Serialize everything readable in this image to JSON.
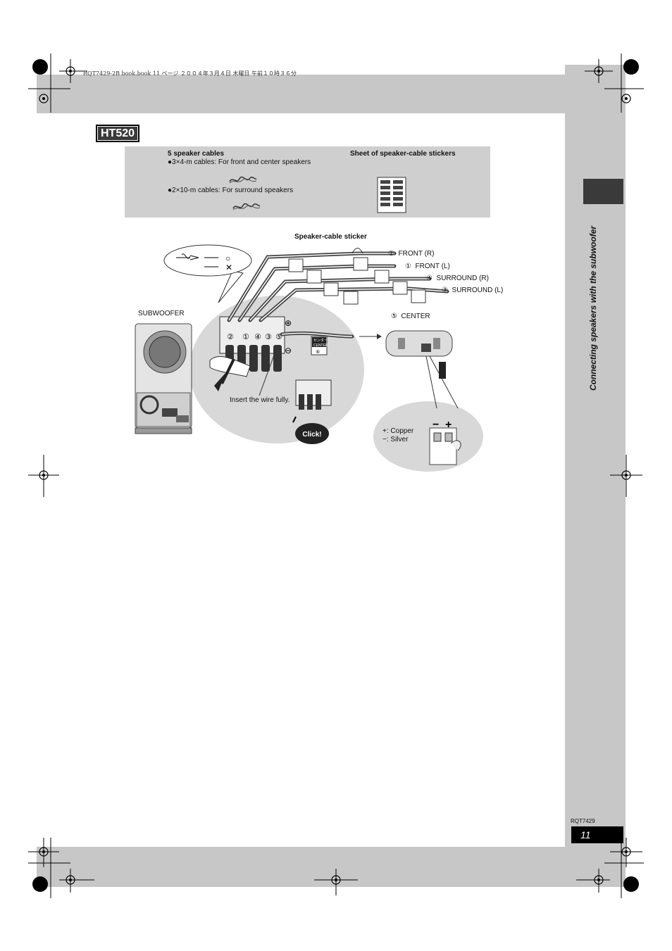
{
  "header": {
    "file_info": "RQT7429-2B book.book  11 ページ  ２００４年３月４日  木曜日  午前１０時３６分"
  },
  "model_badge": "HT520",
  "sidebar": {
    "section_title": "Connecting speakers with the subwoofer"
  },
  "accessories": {
    "cables_title": "5 speaker cables",
    "cable_front": "●3×4-m cables: For front and center speakers",
    "cable_surround": "●2×10-m cables: For surround speakers",
    "stickers_title": "Sheet of speaker-cable stickers"
  },
  "diagram": {
    "sticker_label": "Speaker-cable sticker",
    "subwoofer_label": "SUBWOOFER",
    "insert_note": "Insert the wire fully.",
    "click_label": "Click!",
    "ok_mark": "○",
    "ng_mark": "✕",
    "plus_symbol": "⊕",
    "minus_symbol": "⊖",
    "terminal_numbers": [
      "②",
      "①",
      "④",
      "③",
      "⑤"
    ],
    "channels": [
      {
        "num": "②",
        "name": "FRONT (R)"
      },
      {
        "num": "①",
        "name": "FRONT (L)"
      },
      {
        "num": "④",
        "name": "SURROUND (R)"
      },
      {
        "num": "③",
        "name": "SURROUND (L)"
      },
      {
        "num": "⑤",
        "name": "CENTER"
      }
    ],
    "center_sticker": {
      "jp": "センター",
      "en": "CENTER",
      "num": "⑤"
    },
    "polarity": {
      "minus": "−",
      "plus": "+"
    },
    "legend": [
      {
        "sym": "+:",
        "text": "Copper"
      },
      {
        "sym": "−:",
        "text": "Silver"
      }
    ]
  },
  "footer": {
    "doc_code": "RQT7429",
    "page_number": "11"
  }
}
